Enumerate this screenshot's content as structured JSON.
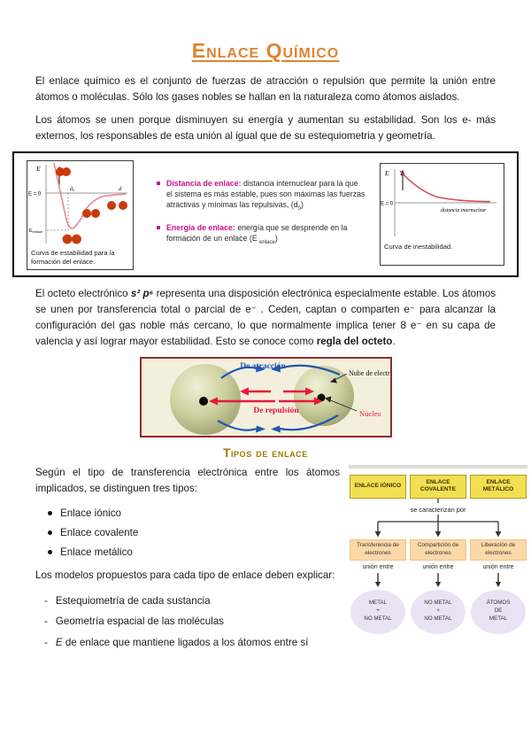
{
  "title": "Enlace Químico",
  "paragraphs": {
    "p1": "El enlace químico es el conjunto de fuerzas de atracción o repulsión que permite la unión entre átomos o moléculas. Sólo los gases nobles se hallan en la naturaleza como átomos aislados.",
    "p2": "Los átomos se unen porque disminuyen su energía y aumentan su estabilidad. Son los e- más externos, los responsables de esta unión al igual que de su estequiometria y geometría.",
    "p3_pre": "El octeto electrónico ",
    "p3_formula": "s² p⁶",
    "p3_mid": " representa una disposición electrónica especialmente estable. Los átomos se unen por transferencia total o parcial de e⁻ . Ceden, captan o comparten e⁻ para alcanzar la configuración del gas noble más cercano, lo que normalmente implica tener 8 e⁻ en su capa de valencia y así lograr mayor estabilidad. Esto se conoce como ",
    "p3_bold": "regla del octeto",
    "p3_end": "."
  },
  "figure_box": {
    "left_graph": {
      "y_label": "E",
      "zero_label": "E = 0",
      "x_label": "d",
      "d0_label": "d",
      "d0_sub": "0",
      "emin_label": "E",
      "emin_sub": "enlace",
      "caption": "Curva de estabilidad para la formación del enlace."
    },
    "bullets": [
      {
        "lead": "Distancia de enlace:",
        "text": " distancia internuclear para la que el sistema es más estable, pues son máximas las fuerzas atractivas y mínimas las repulsivas, (d",
        "sub": "0",
        "close": ")"
      },
      {
        "lead": "Energía de enlace:",
        "text": " energía que se desprende en la formación de un enlace (E ",
        "sub": "enlace",
        "close": ")"
      }
    ],
    "right_graph": {
      "y_label": "E",
      "zero_label": "E = 0",
      "x_label": "distancia internuclear",
      "caption": "Curva de inestabilidad."
    }
  },
  "spheres_figure": {
    "attraction_label": "De atracción",
    "repulsion_label": "De repulsión",
    "cloud_label": "Nube de electrones",
    "nucleus_label": "Núcleo"
  },
  "section2": {
    "heading": "Tipos de enlace",
    "intro": "Según el tipo de transferencia electrónica entre los átomos implicados, se distinguen tres tipos:",
    "types": [
      "Enlace iónico",
      "Enlace covalente",
      "Enlace metálico"
    ],
    "models_intro": "Los modelos propuestos para cada tipo de enlace deben explicar:",
    "models": [
      "Estequiometría de cada sustancia",
      "Geometría espacial de las moléculas"
    ],
    "models_last_italic": "E",
    "models_last_text": " de enlace que mantiene ligados a los átomos entre sí"
  },
  "flowchart": {
    "top_boxes": [
      "ENLACE IÓNICO",
      "ENLACE COVALENTE",
      "ENLACE METÁLICO"
    ],
    "connector_label": "se caracterizan por",
    "mid_boxes": [
      "Transferencia de electrones",
      "Compartición de electrones",
      "Liberación de electrones"
    ],
    "union_labels": [
      "unión entre",
      "unión entre",
      "unión entre"
    ],
    "bottom_ellipses": [
      [
        "METAL",
        "+",
        "NO METAL"
      ],
      [
        "NO METAL",
        "+",
        "NO METAL"
      ],
      [
        "ÁTOMOS",
        "DE",
        "METAL"
      ]
    ]
  },
  "colors": {
    "title_orange": "#e0832f",
    "magenta": "#c0168c",
    "heading_gold": "#9a7b00",
    "curve_pink": "#e98b95",
    "curve_red": "#d4505c",
    "atom_orange": "#c93a08",
    "yellow_box": "#f2df52",
    "peach_box": "#fbd9a8",
    "lavender_ellipse": "#e9e3f5",
    "arrow_blue": "#1e56b5",
    "arrow_red": "#e8193c",
    "figure_bg_cream": "#f3efdc"
  }
}
